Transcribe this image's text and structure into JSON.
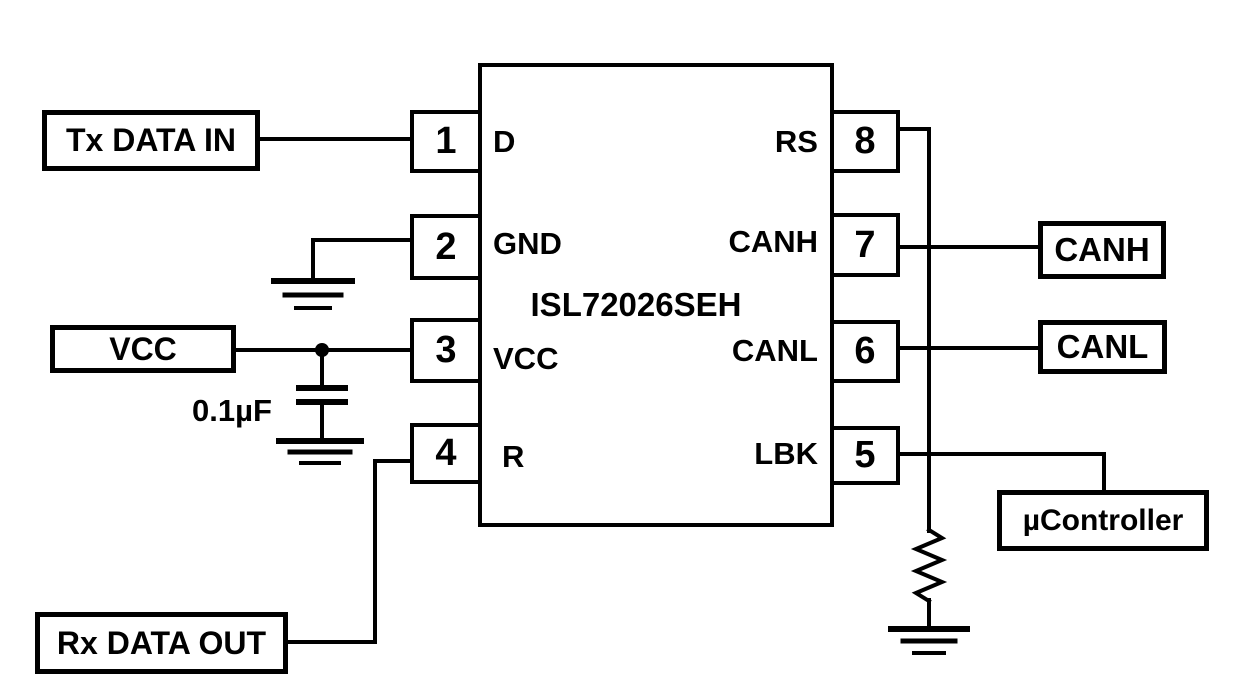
{
  "diagram": {
    "type": "circuit-schematic",
    "ic": {
      "part_number": "ISL72026SEH",
      "left_pins": [
        {
          "number": "1",
          "name": "D"
        },
        {
          "number": "2",
          "name": "GND"
        },
        {
          "number": "3",
          "name": "VCC"
        },
        {
          "number": "4",
          "name": "R"
        }
      ],
      "right_pins": [
        {
          "number": "8",
          "name": "RS"
        },
        {
          "number": "7",
          "name": "CANH"
        },
        {
          "number": "6",
          "name": "CANL"
        },
        {
          "number": "5",
          "name": "LBK"
        }
      ]
    },
    "external_connections": {
      "tx_data_in": "Tx DATA IN",
      "vcc_supply": "VCC",
      "rx_data_out": "Rx DATA OUT",
      "canh_bus": "CANH",
      "canl_bus": "CANL",
      "microcontroller": "µController"
    },
    "components": {
      "decoupling_capacitor": "0.1µF",
      "rs_pulldown": "resistor-to-ground",
      "ground_symbols": 3
    },
    "colors": {
      "line": "#000000",
      "background": "#ffffff"
    }
  }
}
